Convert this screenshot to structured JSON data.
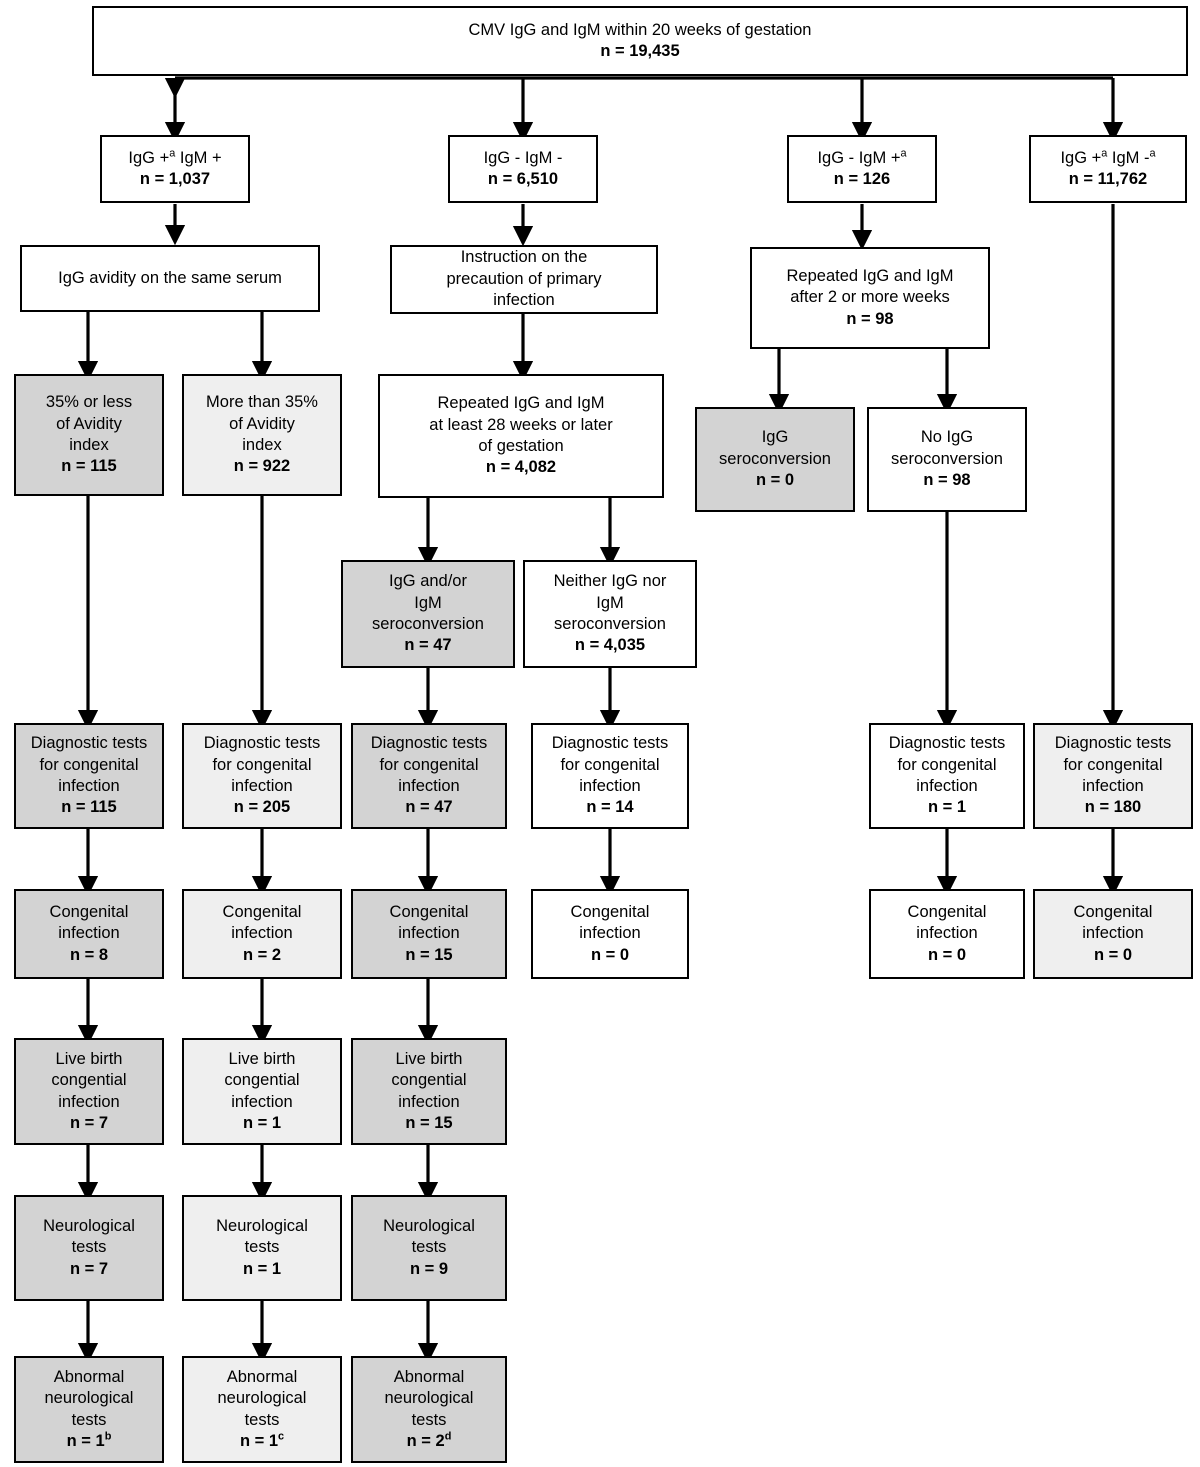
{
  "diagram": {
    "title": "CMV IgG and IgM screening flowchart",
    "colors": {
      "border": "#000000",
      "fill_white": "#ffffff",
      "fill_dark": "#d3d3d3",
      "fill_light": "#efefef"
    },
    "nodes": {
      "root": {
        "lines": [
          "CMV IgG and IgM within 20 weeks of gestation"
        ],
        "n": "n = 19,435",
        "fill": "white"
      },
      "g1_status": {
        "lines": [
          "IgG +<sup>a</sup> IgM +"
        ],
        "n": "n = 1,037",
        "fill": "white"
      },
      "g2_status": {
        "lines": [
          "IgG - IgM -"
        ],
        "n": "n = 6,510",
        "fill": "white"
      },
      "g3_status": {
        "lines": [
          "IgG - IgM +<sup>a</sup>"
        ],
        "n": "n = 126",
        "fill": "white"
      },
      "g4_status": {
        "lines": [
          "IgG +<sup>a</sup> IgM -<sup>a</sup>"
        ],
        "n": "n = 11,762",
        "fill": "white"
      },
      "avidity": {
        "lines": [
          "IgG avidity on the same serum"
        ],
        "n": "",
        "fill": "white"
      },
      "instruction": {
        "lines": [
          "Instruction on the",
          "precaution of primary",
          "infection"
        ],
        "n": "",
        "fill": "white"
      },
      "repeat_2wk": {
        "lines": [
          "Repeated IgG and IgM",
          "after 2 or more weeks"
        ],
        "n": "n = 98",
        "fill": "white"
      },
      "avidity_low": {
        "lines": [
          "35% or less",
          "of Avidity",
          "index"
        ],
        "n": "n = 115",
        "fill": "dark"
      },
      "avidity_high": {
        "lines": [
          "More than 35%",
          "of Avidity",
          "index"
        ],
        "n": "n = 922",
        "fill": "light"
      },
      "repeat_28wk": {
        "lines": [
          "Repeated IgG and IgM",
          "at least 28 weeks or later",
          "of gestation"
        ],
        "n": "n = 4,082",
        "fill": "white"
      },
      "igg_sero": {
        "lines": [
          "IgG",
          "seroconversion"
        ],
        "n": "n = 0",
        "fill": "dark"
      },
      "no_igg_sero": {
        "lines": [
          "No IgG",
          "seroconversion"
        ],
        "n": "n = 98",
        "fill": "white"
      },
      "sero_yes": {
        "lines": [
          "IgG and/or",
          "IgM",
          "seroconversion"
        ],
        "n": "n = 47",
        "fill": "dark"
      },
      "sero_no": {
        "lines": [
          "Neither IgG nor",
          "IgM",
          "seroconversion"
        ],
        "n": "n = 4,035",
        "fill": "white"
      },
      "diag_c1": {
        "lines": [
          "Diagnostic tests",
          "for congenital",
          "infection"
        ],
        "n": "n = 115",
        "fill": "dark"
      },
      "diag_c2": {
        "lines": [
          "Diagnostic tests",
          "for congenital",
          "infection"
        ],
        "n": "n = 205",
        "fill": "light"
      },
      "diag_c3": {
        "lines": [
          "Diagnostic tests",
          "for congenital",
          "infection"
        ],
        "n": "n = 47",
        "fill": "dark"
      },
      "diag_c4": {
        "lines": [
          "Diagnostic tests",
          "for congenital",
          "infection"
        ],
        "n": "n = 14",
        "fill": "white"
      },
      "diag_c5": {
        "lines": [
          "Diagnostic tests",
          "for congenital",
          "infection"
        ],
        "n": "n = 1",
        "fill": "white"
      },
      "diag_c6": {
        "lines": [
          "Diagnostic tests",
          "for congenital",
          "infection"
        ],
        "n": "n = 180",
        "fill": "light"
      },
      "cong_c1": {
        "lines": [
          "Congenital",
          "infection"
        ],
        "n": "n = 8",
        "fill": "dark"
      },
      "cong_c2": {
        "lines": [
          "Congenital",
          "infection"
        ],
        "n": "n = 2",
        "fill": "light"
      },
      "cong_c3": {
        "lines": [
          "Congenital",
          "infection"
        ],
        "n": "n = 15",
        "fill": "dark"
      },
      "cong_c4": {
        "lines": [
          "Congenital",
          "infection"
        ],
        "n": "n = 0",
        "fill": "white"
      },
      "cong_c5": {
        "lines": [
          "Congenital",
          "infection"
        ],
        "n": "n = 0",
        "fill": "white"
      },
      "cong_c6": {
        "lines": [
          "Congenital",
          "infection"
        ],
        "n": "n = 0",
        "fill": "light"
      },
      "live_c1": {
        "lines": [
          "Live birth",
          "congential",
          "infection"
        ],
        "n": "n = 7",
        "fill": "dark"
      },
      "live_c2": {
        "lines": [
          "Live birth",
          "congential",
          "infection"
        ],
        "n": "n = 1",
        "fill": "light"
      },
      "live_c3": {
        "lines": [
          "Live birth",
          "congential",
          "infection"
        ],
        "n": "n = 15",
        "fill": "dark"
      },
      "neuro_c1": {
        "lines": [
          "Neurological",
          "tests"
        ],
        "n": "n = 7",
        "fill": "dark"
      },
      "neuro_c2": {
        "lines": [
          "Neurological",
          "tests"
        ],
        "n": "n = 1",
        "fill": "light"
      },
      "neuro_c3": {
        "lines": [
          "Neurological",
          "tests"
        ],
        "n": "n = 9",
        "fill": "dark"
      },
      "abn_c1": {
        "lines": [
          "Abnormal",
          "neurological",
          "tests"
        ],
        "n": "n = 1<sup>b</sup>",
        "fill": "dark"
      },
      "abn_c2": {
        "lines": [
          "Abnormal",
          "neurological",
          "tests"
        ],
        "n": "n = 1<sup>c</sup>",
        "fill": "light"
      },
      "abn_c3": {
        "lines": [
          "Abnormal",
          "neurological",
          "tests"
        ],
        "n": "n = 2<sup>d</sup>",
        "fill": "dark"
      }
    }
  }
}
